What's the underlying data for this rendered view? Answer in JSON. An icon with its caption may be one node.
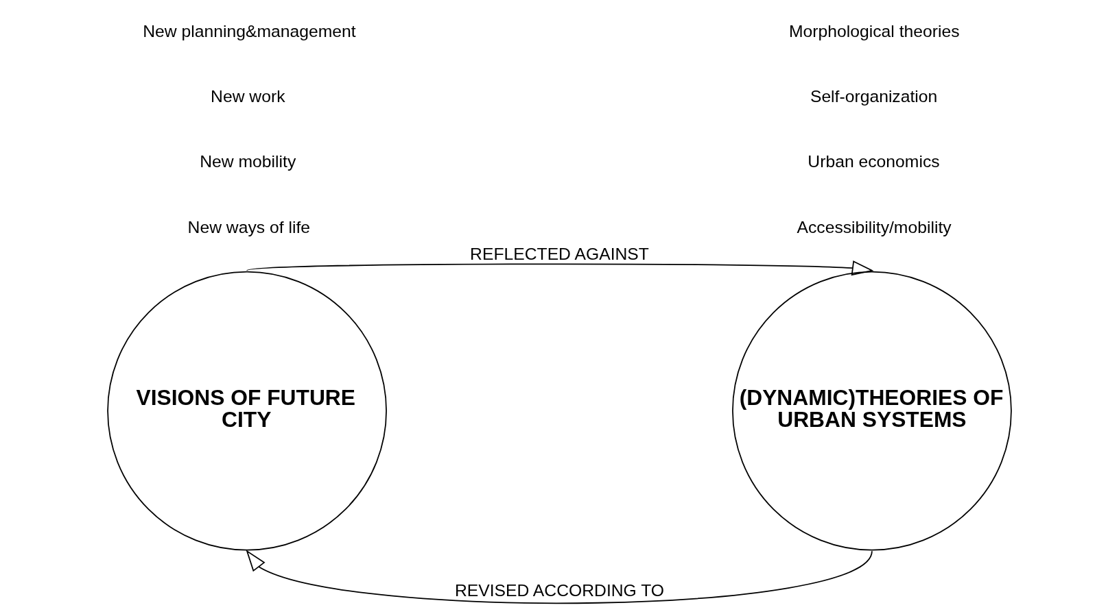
{
  "diagram": {
    "nodes": [
      {
        "text": [
          "VISIONS OF FUTURE CITY"
        ]
      },
      {
        "text": [
          "(DYNAMIC)THEORIES OF URBAN SYSTEMS"
        ]
      }
    ],
    "edges": [
      {
        "from": 0,
        "to": 1,
        "arrow": "to",
        "label": "REFLECTED AGAINST"
      },
      {
        "from": 1,
        "to": 0,
        "arrow": "to",
        "label": "REVISED ACCORDING TO"
      }
    ],
    "labels": [
      "New ways of life",
      "Accessibility/mobility",
      "New mobility",
      "Urban economics",
      "New work",
      "Self-organization",
      "New planning&management",
      "Morphological theories"
    ]
  }
}
